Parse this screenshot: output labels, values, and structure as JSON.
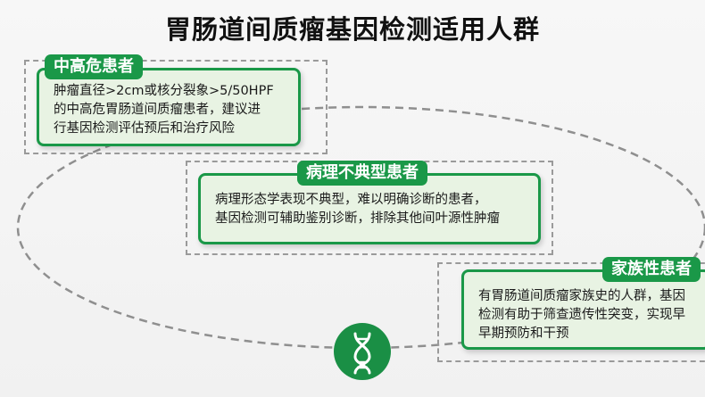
{
  "title": "胃肠道间质瘤基因检测适用人群",
  "groups": [
    {
      "name": "中高危患者",
      "text": "肿瘤直径>2cm或核分裂象>5/50HPF\n的中高危胃肠道间质瘤患者，建议进\n行基因检测评估预后和治疗风险"
    },
    {
      "name": "病理不典型患者",
      "text": "病理形态学表现不典型，难以明确诊断的患者，\n基因检测可辅助鉴别诊断，排除其他间叶源性肿瘤"
    },
    {
      "name": "家族性患者",
      "text": "有胃肠道间质瘤家族史的人群，基因\n检测有助于筛查遗传性突变，实现早\n早期预防和干预"
    }
  ],
  "center_icon": "dna-icon",
  "colors": {
    "accent": "#1a9848",
    "card_bg": "#e8f3e3",
    "dashed": "#9a9a9a"
  }
}
